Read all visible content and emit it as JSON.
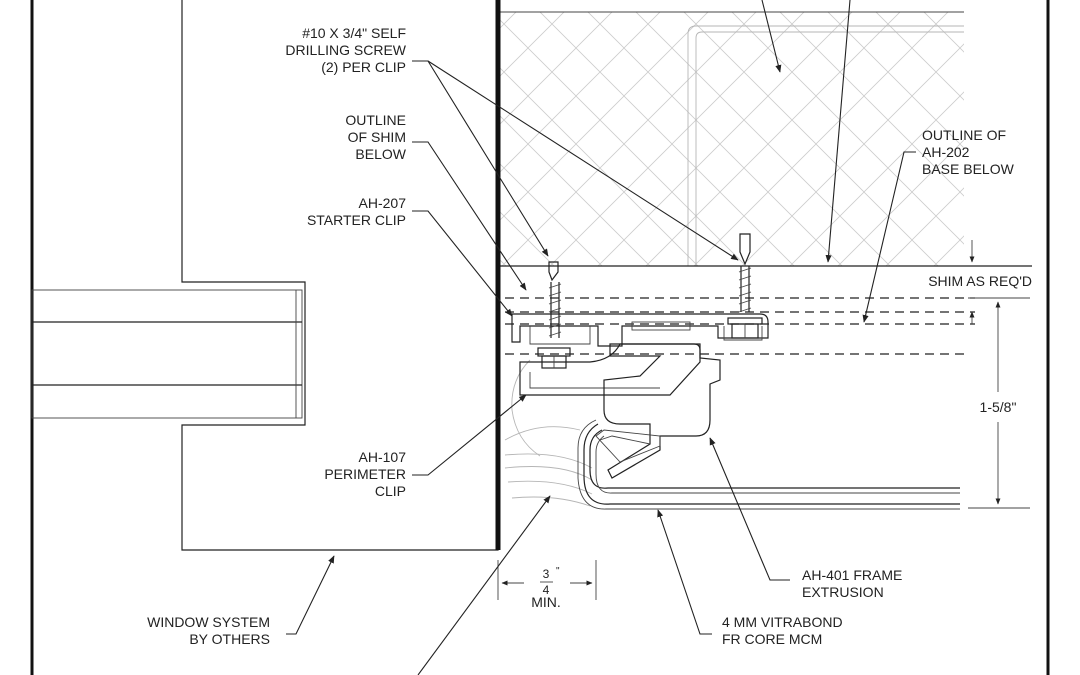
{
  "colors": {
    "ink": "#222222",
    "hatch": "#cccccc",
    "background": "#ffffff"
  },
  "labels": {
    "screw": [
      "#10 X 3/4\" SELF",
      "DRILLING SCREW",
      "(2) PER CLIP"
    ],
    "shim_outline": [
      "OUTLINE",
      "OF SHIM",
      "BELOW"
    ],
    "starter_clip": [
      "AH-207",
      "STARTER CLIP"
    ],
    "base_outline": [
      "OUTLINE OF",
      "AH-202",
      "BASE BELOW"
    ],
    "shim_req": "SHIM AS REQ'D",
    "dim_height": "1-5/8\"",
    "perimeter_clip": [
      "AH-107",
      "PERIMETER",
      "CLIP"
    ],
    "frame_extrusion": [
      "AH-401 FRAME",
      "EXTRUSION"
    ],
    "mcm_panel": [
      "4 MM VITRABOND",
      "FR CORE MCM"
    ],
    "window": [
      "WINDOW SYSTEM",
      "BY OTHERS"
    ],
    "min_gap": {
      "numerator": "3",
      "inch_mark": "\"",
      "denominator": "4",
      "suffix": "MIN."
    }
  }
}
